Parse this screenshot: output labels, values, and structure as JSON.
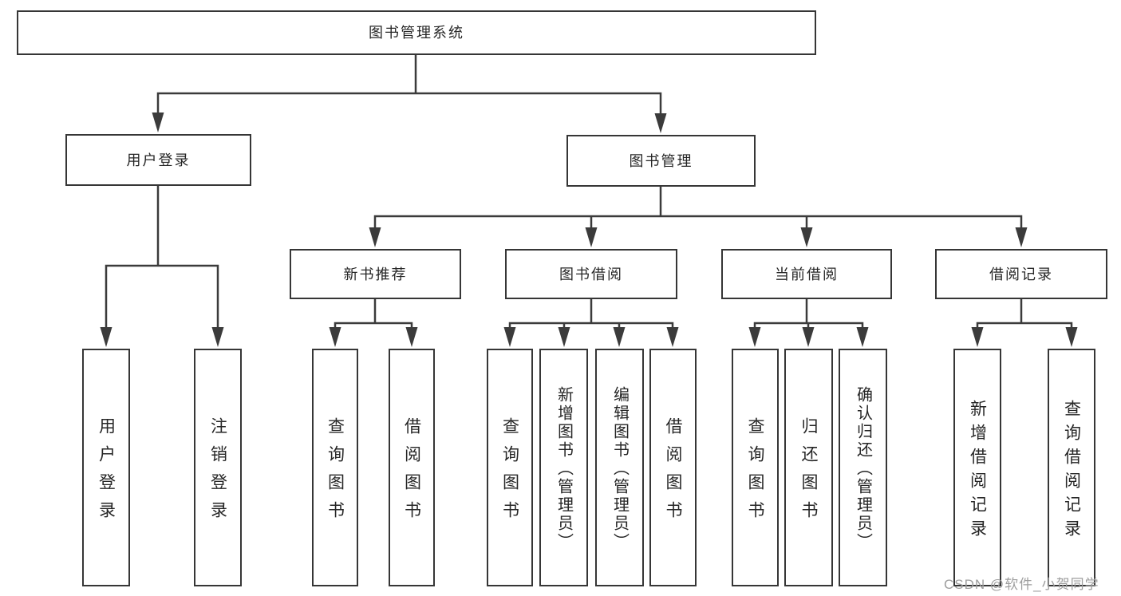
{
  "diagram_type": "functional-structure-tree",
  "colors": {
    "line": "#3b3b3b",
    "box_border": "#363636",
    "box_background": "#ffffff",
    "text": "#262626",
    "watermark": "#9e9e9e",
    "page_background": "#ffffff"
  },
  "nodes": {
    "root": {
      "label": "图书管理系统"
    },
    "user_login": {
      "label": "用户登录"
    },
    "book_mgmt": {
      "label": "图书管理"
    },
    "new_book_rec": {
      "label": "新书推荐"
    },
    "book_borrow": {
      "label": "图书借阅"
    },
    "current_borrow": {
      "label": "当前借阅"
    },
    "borrow_record": {
      "label": "借阅记录"
    },
    "leaf_user_login": {
      "label": "用户登录"
    },
    "leaf_logout": {
      "label": "注销登录"
    },
    "leaf_rec_query": {
      "label": "查询图书"
    },
    "leaf_rec_borrow": {
      "label": "借阅图书"
    },
    "leaf_bb_query": {
      "label": "查询图书"
    },
    "leaf_bb_add": {
      "label": "新增图书（管理员）"
    },
    "leaf_bb_edit": {
      "label": "编辑图书（管理员）"
    },
    "leaf_bb_borrow": {
      "label": "借阅图书"
    },
    "leaf_cb_query": {
      "label": "查询图书"
    },
    "leaf_cb_return": {
      "label": "归还图书"
    },
    "leaf_cb_confirm": {
      "label": "确认归还（管理员）"
    },
    "leaf_br_add": {
      "label": "新增借阅记录"
    },
    "leaf_br_query": {
      "label": "查询借阅记录"
    }
  },
  "hierarchy": {
    "图书管理系统": {
      "用户登录": [
        "用户登录",
        "注销登录"
      ],
      "图书管理": {
        "新书推荐": [
          "查询图书",
          "借阅图书"
        ],
        "图书借阅": [
          "查询图书",
          "新增图书（管理员）",
          "编辑图书（管理员）",
          "借阅图书"
        ],
        "当前借阅": [
          "查询图书",
          "归还图书",
          "确认归还（管理员）"
        ],
        "借阅记录": [
          "新增借阅记录",
          "查询借阅记录"
        ]
      }
    }
  },
  "watermark": {
    "text": "CSDN @软件_小贺同学"
  }
}
